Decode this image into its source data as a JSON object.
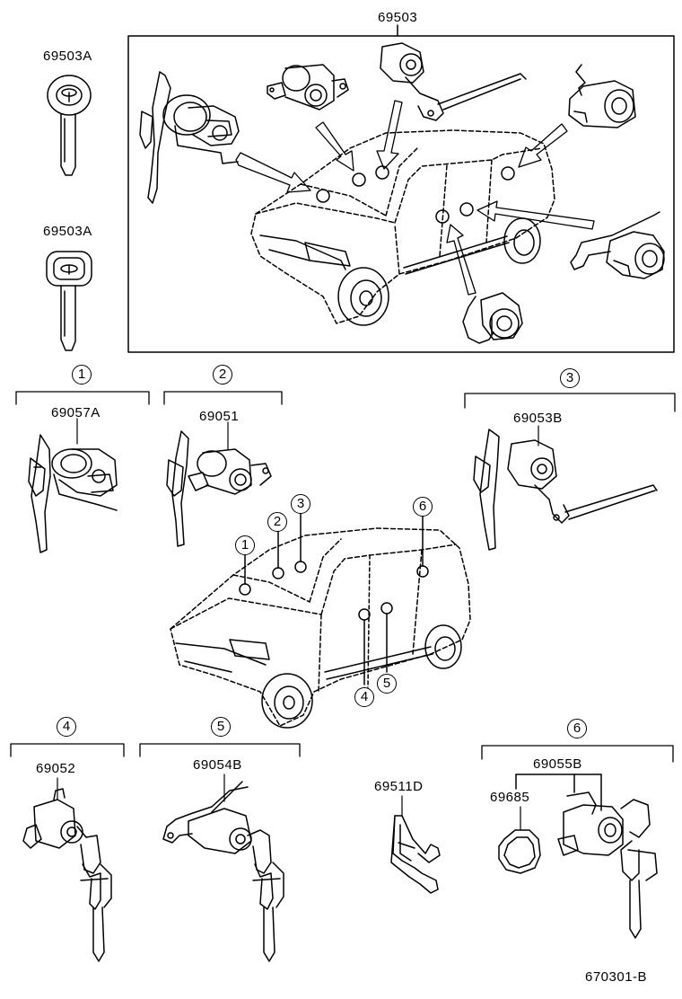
{
  "parts": {
    "main_assembly": "69503",
    "key_blank_1": "69503A",
    "key_blank_2": "69503A",
    "set1": "69057A",
    "set2": "69051",
    "set3": "69053B",
    "set4": "69052",
    "set5": "69054B",
    "clip": "69511D",
    "set6": "69055B",
    "ring": "69685"
  },
  "group_numbers": [
    "1",
    "2",
    "3",
    "4",
    "5",
    "6"
  ],
  "car_callouts": [
    "1",
    "2",
    "3",
    "4",
    "5",
    "6"
  ],
  "diagram_code": "670301-B"
}
